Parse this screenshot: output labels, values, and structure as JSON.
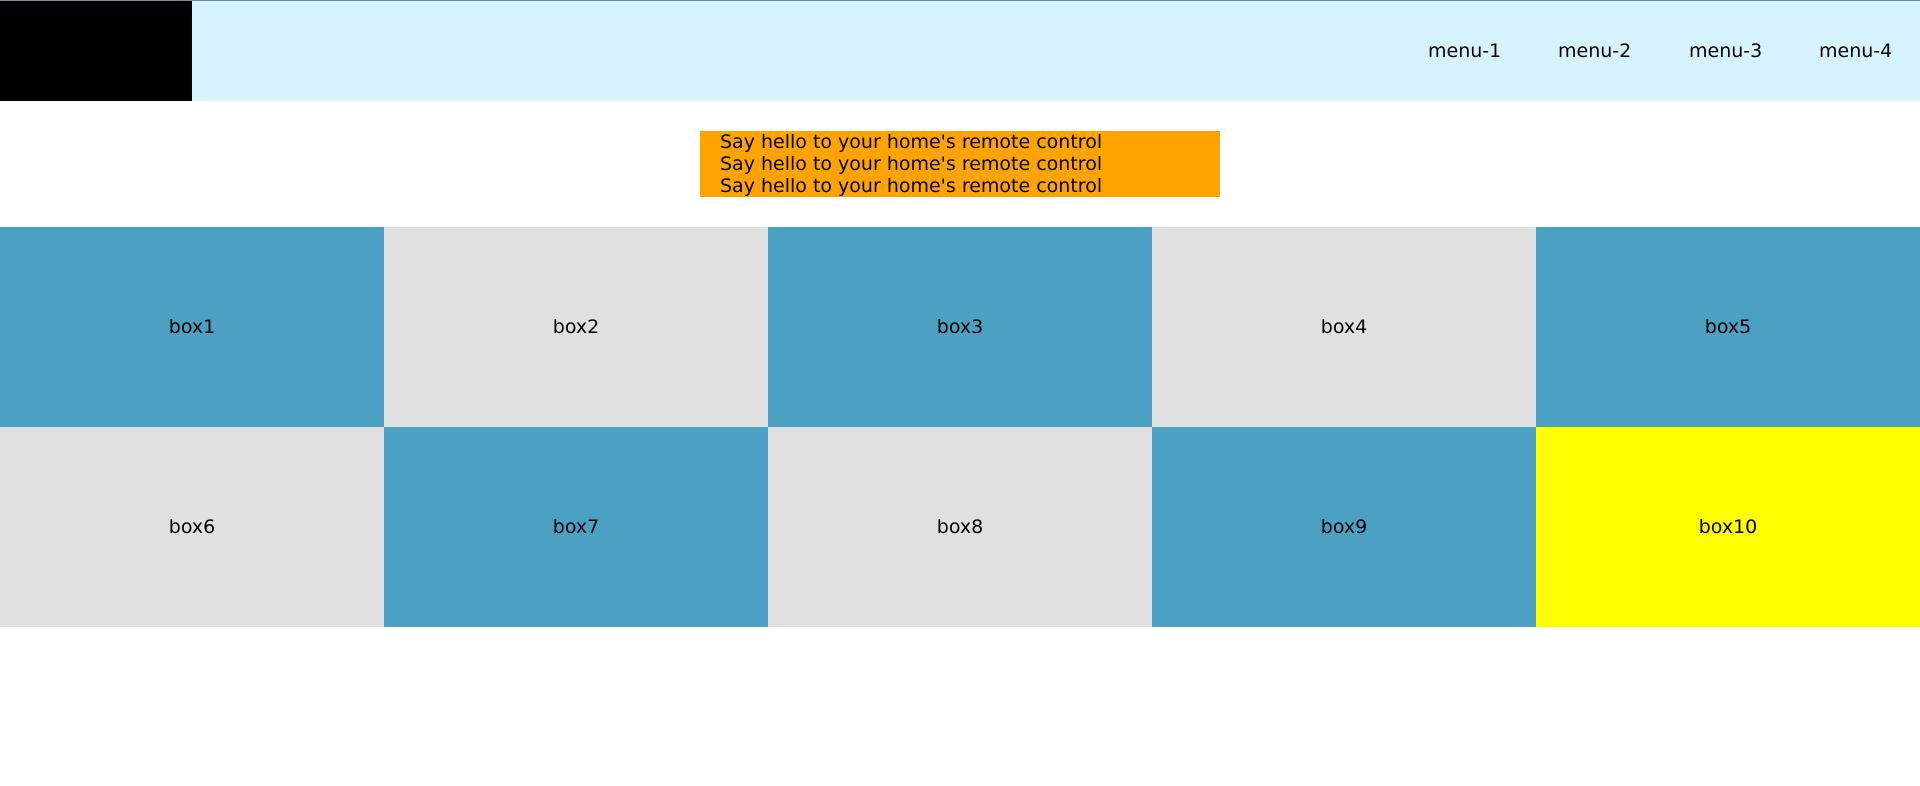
{
  "header": {
    "menu": [
      "menu-1",
      "menu-2",
      "menu-3",
      "menu-4"
    ]
  },
  "banner": {
    "lines": [
      "Say hello to your home's remote control",
      "Say hello to your home's remote control",
      "Say hello to your home's remote control"
    ]
  },
  "grid": {
    "boxes": [
      {
        "label": "box1",
        "color": "#4ca0c1"
      },
      {
        "label": "box2",
        "color": "#e0e0e0"
      },
      {
        "label": "box3",
        "color": "#4ca0c1"
      },
      {
        "label": "box4",
        "color": "#e0e0e0"
      },
      {
        "label": "box5",
        "color": "#4ca0c1"
      },
      {
        "label": "box6",
        "color": "#e0e0e0"
      },
      {
        "label": "box7",
        "color": "#4ca0c1"
      },
      {
        "label": "box8",
        "color": "#e0e0e0"
      },
      {
        "label": "box9",
        "color": "#4ca0c1"
      },
      {
        "label": "box10",
        "color": "#ffff00"
      }
    ]
  },
  "colors": {
    "header_bg": "#d6f3fd",
    "logo_bg": "#000000",
    "banner_bg": "#ffa300"
  }
}
